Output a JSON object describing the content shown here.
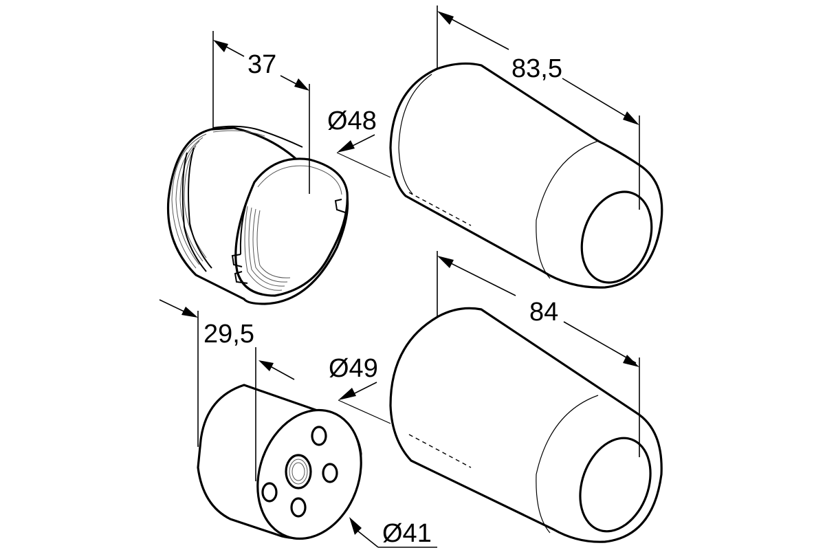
{
  "dimensions": {
    "ring_width": "37",
    "sleeve_diameter": "Ø48",
    "sleeve_length": "83,5",
    "cap_width": "29,5",
    "cylinder_diameter": "Ø49",
    "cylinder_length": "84",
    "cap_diameter": "Ø41"
  }
}
